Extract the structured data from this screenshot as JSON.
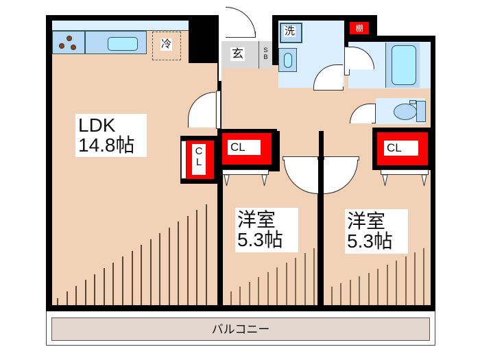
{
  "floorplan": {
    "rooms": {
      "ldk": {
        "name": "LDK",
        "size": "14.8帖"
      },
      "western1": {
        "name": "洋室",
        "size": "5.3帖"
      },
      "western2": {
        "name": "洋室",
        "size": "5.3帖"
      },
      "balcony": {
        "name": "バルコニー"
      },
      "entrance": {
        "name": "玄"
      },
      "shoe_box": {
        "line1": "S",
        "line2": "B"
      },
      "washer": {
        "name": "洗"
      },
      "shelf": {
        "name": "棚"
      },
      "fridge": {
        "name": "冷"
      }
    },
    "closets": {
      "ldk_closet": {
        "line1": "C",
        "line2": "L"
      },
      "western1_closet": {
        "name": "CL"
      },
      "western2_closet": {
        "name": "CL"
      }
    },
    "colors": {
      "floor": "#f2d2b6",
      "wall": "#000000",
      "wet_area": "#dcefff",
      "closet": "#ff0000",
      "entrance": "#d9d9d9",
      "balcony": "#e2d8cf",
      "kitchen_counter": "#b8d9f5",
      "fixture": "#aeeeff"
    }
  }
}
